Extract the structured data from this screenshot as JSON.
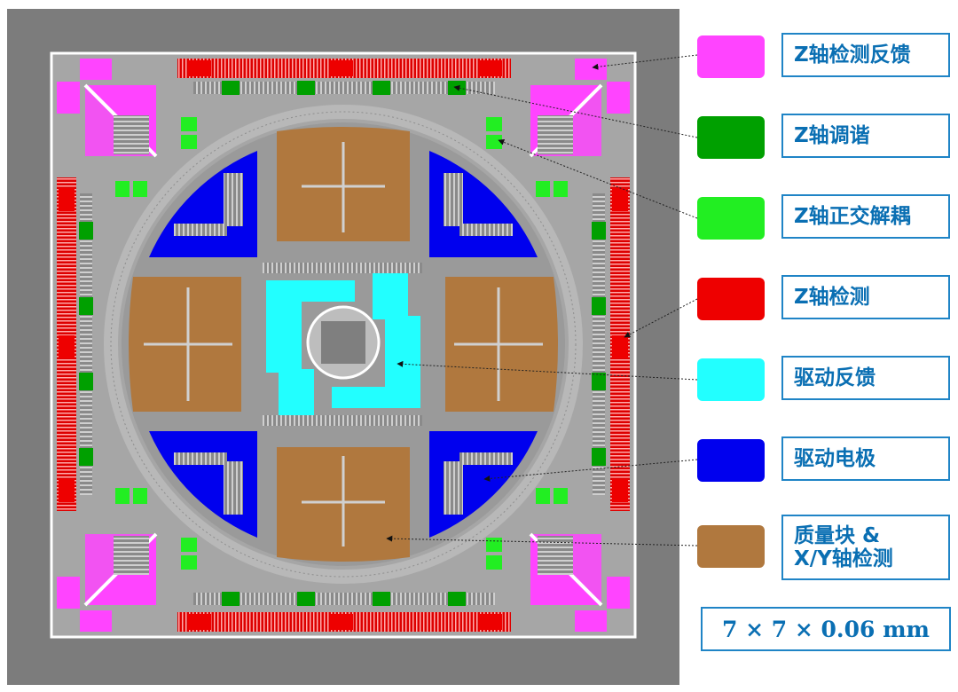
{
  "legend": [
    {
      "label": "Z轴检测反馈",
      "color": "#ff44ff"
    },
    {
      "label": "Z轴调谐",
      "color": "#00a000"
    },
    {
      "label": "Z轴正交解耦",
      "color": "#22ee22"
    },
    {
      "label": "Z轴检测",
      "color": "#ee0000"
    },
    {
      "label": "驱动反馈",
      "color": "#22ffff"
    },
    {
      "label": "驱动电极",
      "color": "#0000ee"
    },
    {
      "label": "质量块 & X/Y轴检测",
      "color": "#b0783e"
    }
  ],
  "dimension": "7 × 7 × 0.06 mm",
  "colors": {
    "background": "#7c7c7c",
    "structure": "#a0a0a0",
    "frame": "#ffffff",
    "pointer": "#222222"
  }
}
